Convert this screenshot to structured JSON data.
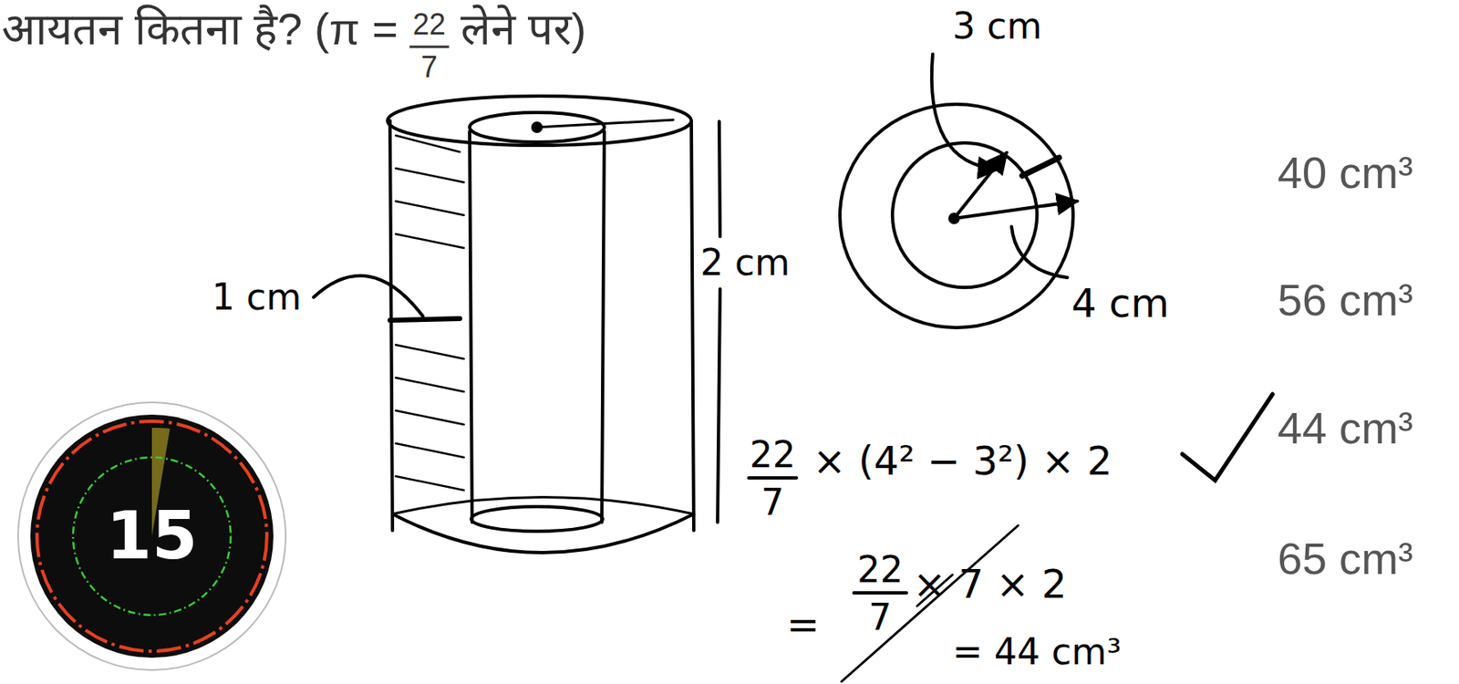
{
  "diagram": {
    "nodes": [
      {
        "text": [
          "15"
        ]
      }
    ],
    "labels": [
      "आयतन कितना है? (π =",
      "22",
      "7",
      "लेने पर)",
      "3 cm",
      "2 cm",
      "1 cm",
      "4 cm",
      "22",
      "7",
      "× (4² − 3²) × 2",
      "=",
      "22",
      "7",
      "× 7 × 2",
      "= 44 cm³",
      "40 cm³",
      "56 cm³",
      "44 cm³",
      "65 cm³"
    ]
  }
}
